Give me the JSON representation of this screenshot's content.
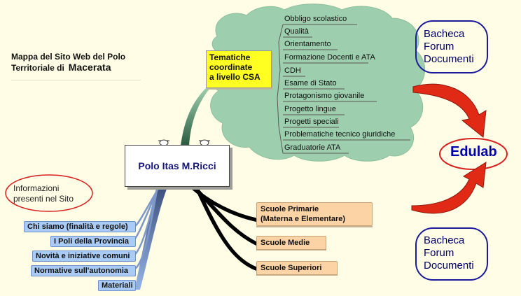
{
  "site_title": {
    "line1": "Mappa del Sito Web del Polo",
    "line2": "Territoriale di",
    "city": "Macerata"
  },
  "center_node": "Polo Itas M.Ricci",
  "csa_node": {
    "line1": "Tematiche",
    "line2": "coordinate",
    "line3": "a livello CSA"
  },
  "topics": [
    "Obbligo scolastico",
    "Qualità",
    "Orientamento",
    "Formazione Docenti e ATA",
    "CDH",
    "Esame di Stato",
    "Protagonismo giovanile",
    "Progetto lingue",
    "Progetti speciali",
    "Problematiche tecnico giuridiche",
    "Graduatorie ATA"
  ],
  "info_label": {
    "line1": "Informazioni",
    "line2": "presenti nel Sito"
  },
  "info_links": [
    "Chi siamo (finalità e regole)",
    "I Poli della Provincia",
    "Novità e iniziative comuni",
    "Normative sull'autonomia",
    "Materiali"
  ],
  "schools": {
    "primarie_line1": "Scuole Primarie",
    "primarie_line2": "(Materna e Elementare)",
    "medie": "Scuole Medie",
    "superiori": "Scuole Superiori"
  },
  "bacheca_top": {
    "l1": "Bacheca",
    "l2": "Forum",
    "l3": "Documenti"
  },
  "bacheca_bottom": {
    "l1": "Bacheca",
    "l2": "Forum",
    "l3": "Documenti"
  },
  "edulab": "Edulab",
  "colors": {
    "background": "#fffde6",
    "cloud": "#9dcfae",
    "csa_highlight": "#ffff22",
    "info_buttons": "#a9cbf5",
    "school_buttons": "#fbd3a5",
    "arrows": "#e02a16",
    "ellipse_outline": "#d82020",
    "bacheca_outline": "#1a1a9a"
  }
}
